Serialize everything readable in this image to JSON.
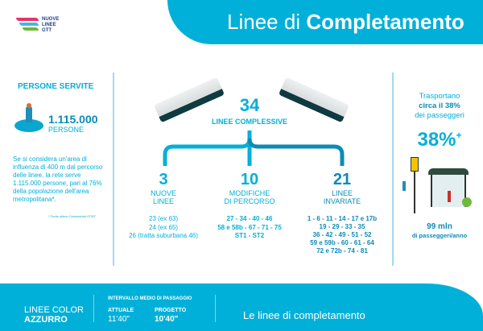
{
  "logo": {
    "line1": "NUOVE",
    "line2": "LINEE",
    "line3": "GTT"
  },
  "header": {
    "title_light": "Linee di",
    "title_bold": "Completamento"
  },
  "left": {
    "heading": "PERSONE SERVITE",
    "count": "1.115.000",
    "count_label": "PERSONE",
    "description": "Se si considera un'area di influenza di 400 m dal percorso delle linee, la rete serve 1.115.000 persone, pari al 76% della popolazione dell'area metropolitana*.",
    "footnote": "* Fonte ultimo Censimento ISTAT"
  },
  "center": {
    "total": "34",
    "total_label": "LINEE COMPLESSIVE",
    "columns": [
      {
        "number": "3",
        "label1": "NUOVE",
        "label2": "LINEE",
        "lines": [
          "23 (ex 63)",
          "24 (ex 65)",
          "26 (tratta suburbana 46)"
        ]
      },
      {
        "number": "10",
        "label1": "MODIFICHE",
        "label2": "DI PERCORSO",
        "lines": [
          "27 - 34 - 40 - 46",
          "58 e 58b - 67 - 71 - 75",
          "ST1 - ST2"
        ]
      },
      {
        "number": "21",
        "label1": "LINEE",
        "label2": "INVARIATE",
        "lines": [
          "1 - 6 - 11 - 14 - 17 e 17b",
          "19 - 29 - 33 - 35",
          "36 - 42 - 49 - 51 - 52",
          "59 e 59b - 60 - 61 - 64",
          "72 e 72b - 74 - 81"
        ]
      }
    ]
  },
  "right": {
    "line1": "Trasportano",
    "line2": "circa il 38%",
    "line3": "dei passeggeri",
    "big": "38%",
    "plus": "+",
    "passengers": "99 mln",
    "passengers_label": "di passeggeri/anno"
  },
  "footer": {
    "color_label": "LINEE COLOR",
    "color_name": "AZZURRO",
    "interval_title": "INTERVALLO MEDIO DI PASSAGGIO",
    "current_label": "ATTUALE",
    "current_value": "11'40\"",
    "project_label": "PROGETTO",
    "project_value": "10'40\"",
    "caption": "Le linee di completamento"
  },
  "colors": {
    "accent": "#00b0d8",
    "dark": "#0b8bb5"
  }
}
